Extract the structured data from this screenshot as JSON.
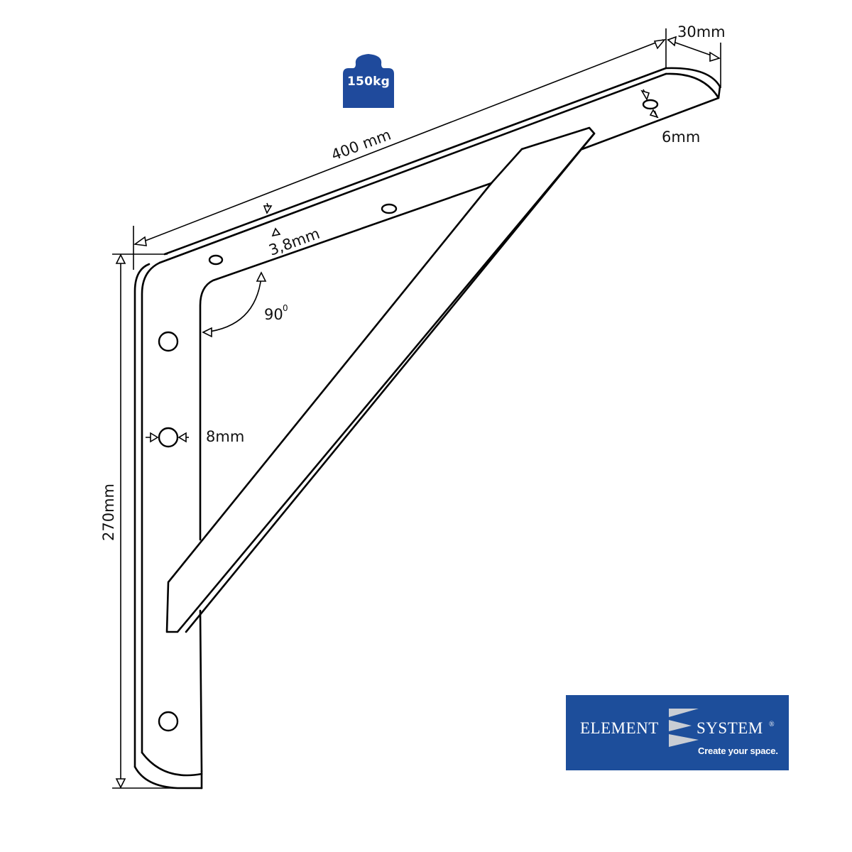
{
  "diagram": {
    "subject": "Shelf bracket technical drawing",
    "dimensions": {
      "horizontal_length": "400 mm",
      "vertical_height": "270mm",
      "width": "30mm",
      "material_thickness": "3,8mm",
      "small_hole": "6mm",
      "large_hole": "8mm",
      "angle": "90",
      "angle_unit": "0"
    },
    "load_badge": {
      "label": "150kg",
      "color": "#1f4a9c"
    },
    "brand_logo": {
      "word_left": "ELEMENT",
      "word_right": "SYSTEM",
      "registered": "®",
      "tagline": "Create your space.",
      "background_color": "#1d4e9b",
      "mark_color": "#c9cdd4"
    },
    "colors": {
      "line": "#000000",
      "background": "#ffffff"
    }
  }
}
